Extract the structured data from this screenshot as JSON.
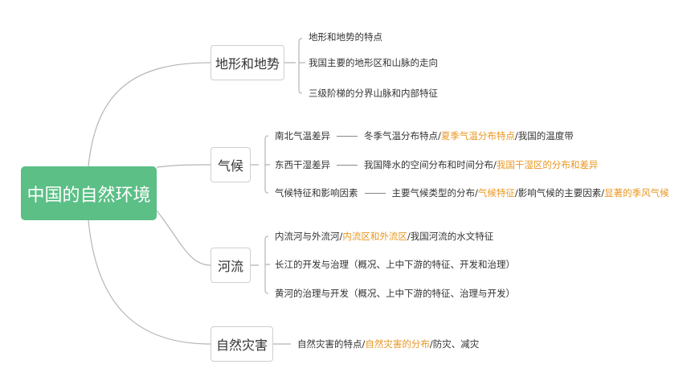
{
  "root": {
    "label": "中国的自然环境"
  },
  "colors": {
    "root_bg": "#5bbf86",
    "highlight": "#e8961f",
    "line": "#b5b5b5"
  },
  "branches": [
    {
      "label": "地形和地势",
      "items": [
        {
          "parts": [
            {
              "text": "地形和地势的特点"
            }
          ]
        },
        {
          "parts": [
            {
              "text": "我国主要的地形区和山脉的走向"
            }
          ]
        },
        {
          "parts": [
            {
              "text": "三级阶梯的分界山脉和内部特征"
            }
          ]
        }
      ]
    },
    {
      "label": "气候",
      "items": [
        {
          "label": "南北气温差异",
          "parts": [
            {
              "text": "冬季气温分布特点/"
            },
            {
              "text": "夏季气温分布特点",
              "highlight": true
            },
            {
              "text": "/我国的温度带"
            }
          ]
        },
        {
          "label": "东西干湿差异",
          "parts": [
            {
              "text": "我国降水的空间分布和时间分布/"
            },
            {
              "text": "我国干湿区的分布和差异",
              "highlight": true
            }
          ]
        },
        {
          "label": "气候特征和影响因素",
          "parts": [
            {
              "text": "主要气候类型的分布/"
            },
            {
              "text": "气候特征",
              "highlight": true
            },
            {
              "text": "/影响气候的主要因素/"
            },
            {
              "text": "显著的季风气候",
              "highlight": true
            }
          ]
        }
      ]
    },
    {
      "label": "河流",
      "items": [
        {
          "parts": [
            {
              "text": "内流河与外流河/"
            },
            {
              "text": "内流区和外流区",
              "highlight": true
            },
            {
              "text": "/我国河流的水文特征"
            }
          ]
        },
        {
          "parts": [
            {
              "text": "长江的开发与治理（概况、上中下游的特征、开发和治理）"
            }
          ]
        },
        {
          "parts": [
            {
              "text": "黄河的治理与开发（概况、上中下游的特征、治理与开发）"
            }
          ]
        }
      ]
    },
    {
      "label": "自然灾害",
      "items": [
        {
          "parts": [
            {
              "text": "自然灾害的特点/"
            },
            {
              "text": "自然灾害的分布",
              "highlight": true
            },
            {
              "text": "/防灾、减灾"
            }
          ]
        }
      ]
    }
  ]
}
